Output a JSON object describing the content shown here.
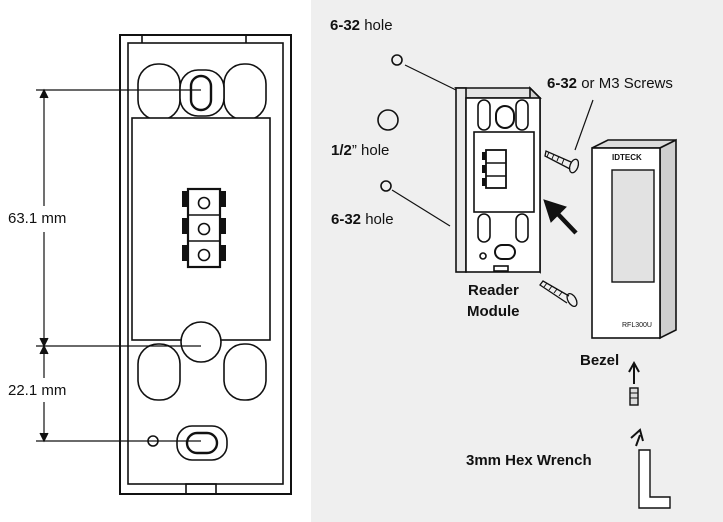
{
  "dimensions": {
    "upper": "63.1 mm",
    "lower": "22.1 mm"
  },
  "labels": {
    "hole_top": {
      "bold": "6-32",
      "rest": " hole"
    },
    "hole_center": {
      "bold": "1/2",
      "rest": "” hole"
    },
    "hole_bottom": {
      "bold": "6-32",
      "rest": " hole"
    },
    "screws": {
      "bold": "6-32",
      "rest": " or M3 Screws"
    },
    "reader_module_line1": "Reader",
    "reader_module_line2": "Module",
    "bezel": "Bezel",
    "wrench": "3mm Hex Wrench"
  },
  "device_text": {
    "brand": "IDTECK",
    "model": "RFL300U"
  },
  "colors": {
    "right_panel_bg": "#efefef",
    "plate_fill": "#ffffff",
    "shade_fill": "#d8d8d8",
    "line": "#111111"
  }
}
